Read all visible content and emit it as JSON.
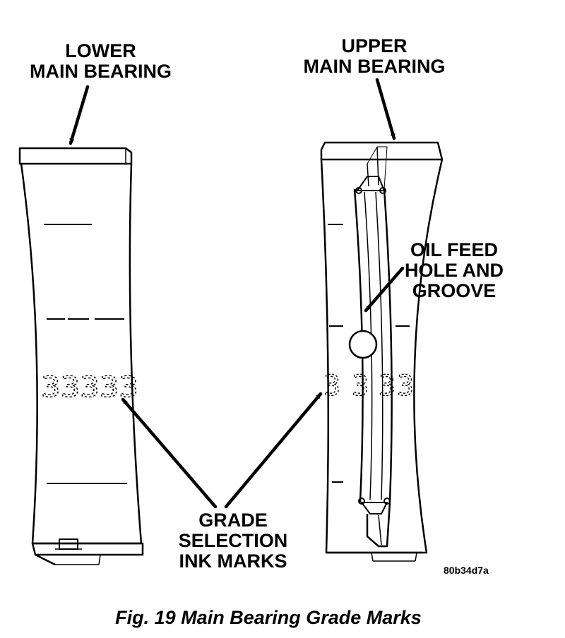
{
  "labels": {
    "lower_bearing": [
      "LOWER",
      "MAIN BEARING"
    ],
    "upper_bearing": [
      "UPPER",
      "MAIN BEARING"
    ],
    "oil_feed": [
      "OIL FEED",
      "HOLE AND",
      "GROOVE"
    ],
    "grade_marks": [
      "GRADE",
      "SELECTION",
      "INK MARKS"
    ]
  },
  "ink_marks": {
    "lower": "33333",
    "upper": [
      "3",
      "3",
      "3",
      "3"
    ]
  },
  "reference_code": "80b34d7a",
  "caption": "Fig. 19 Main Bearing Grade Marks",
  "colors": {
    "line": "#000000",
    "background": "#ffffff"
  }
}
